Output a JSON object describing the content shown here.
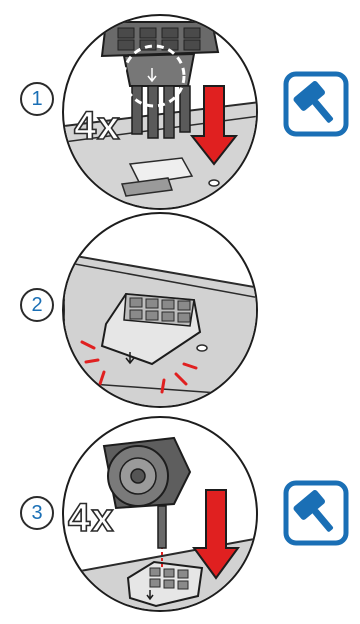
{
  "steps": [
    {
      "number": "1",
      "count": "4x",
      "tool": "mallet-icon"
    },
    {
      "number": "2"
    },
    {
      "number": "3",
      "count": "4x",
      "tool": "mallet-icon"
    }
  ],
  "colors": {
    "accent_blue": "#1a6fb5",
    "arrow_red": "#e02020",
    "outline": "#1d1d1d",
    "surface_gray": "#c8c8c8",
    "part_dark": "#555555"
  }
}
